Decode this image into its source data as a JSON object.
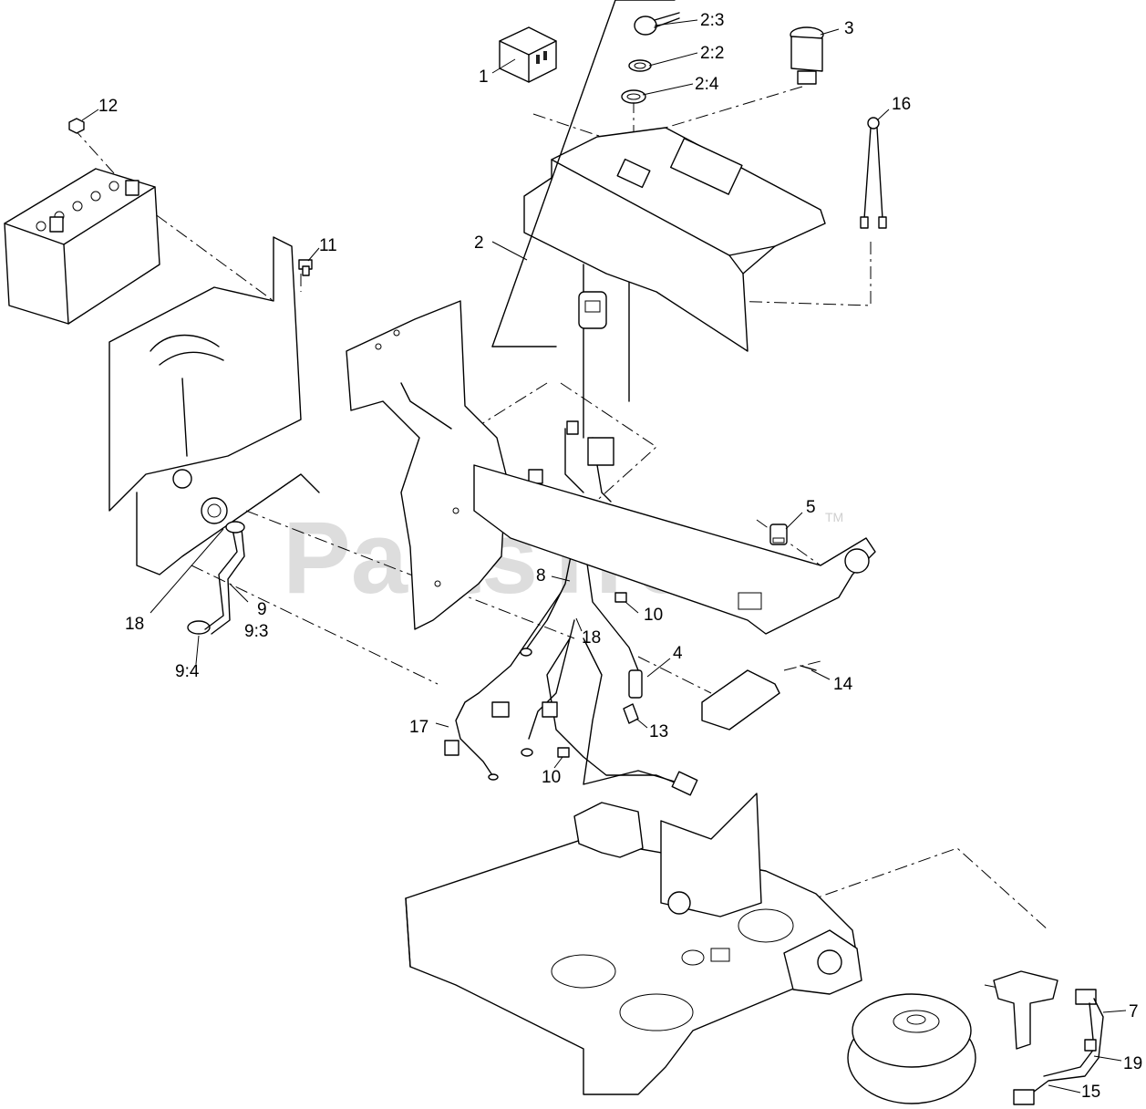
{
  "watermark": {
    "text": "PartsTree",
    "trademark": "TM"
  },
  "callouts": {
    "c1": "1",
    "c2": "2",
    "c2_3": "2:3",
    "c2_2": "2:2",
    "c2_4": "2:4",
    "c3": "3",
    "c4": "4",
    "c5": "5",
    "c7": "7",
    "c8": "8",
    "c9": "9",
    "c9_3": "9:3",
    "c9_4": "9:4",
    "c10a": "10",
    "c10b": "10",
    "c11": "11",
    "c12": "12",
    "c13": "13",
    "c14": "14",
    "c15": "15",
    "c16": "16",
    "c17": "17",
    "c18a": "18",
    "c18b": "18",
    "c19": "19"
  }
}
